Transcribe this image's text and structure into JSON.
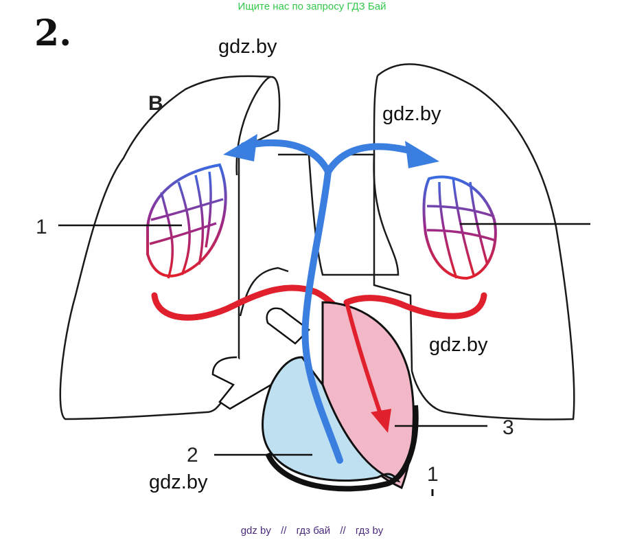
{
  "banner": "Ищите нас по запросу ГДЗ Бай",
  "task_number": "2.",
  "watermarks": [
    "gdz.by",
    "gdz.by",
    "gdz.by",
    "gdz.by"
  ],
  "labels": {
    "b": "В",
    "one": "1",
    "two": "2",
    "three": "3",
    "bottom_mark": "1"
  },
  "footer": {
    "link1": "gdz by",
    "sep": "//",
    "link2": "гдз бай",
    "link3": "гдз by"
  },
  "colors": {
    "venous": "#3a7fe0",
    "arterial": "#e0202c",
    "heart_light_blue": "#bfe0f0",
    "heart_pink": "#f2b8c8"
  }
}
